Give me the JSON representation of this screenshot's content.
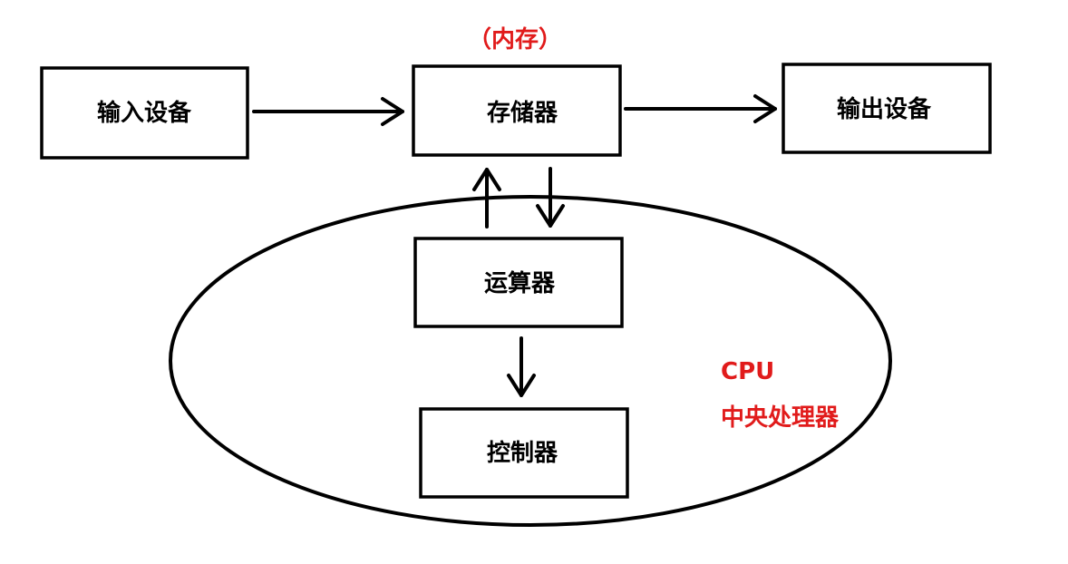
{
  "diagram": {
    "nodes": {
      "input": "输入设备",
      "memory": "存储器",
      "output": "输出设备",
      "alu": "运算器",
      "controller": "控制器"
    },
    "memory_note": "（内存）",
    "cpu_label_en": "CPU",
    "cpu_label_zh": "中央处理器",
    "accent_color": "#e11b1b"
  }
}
